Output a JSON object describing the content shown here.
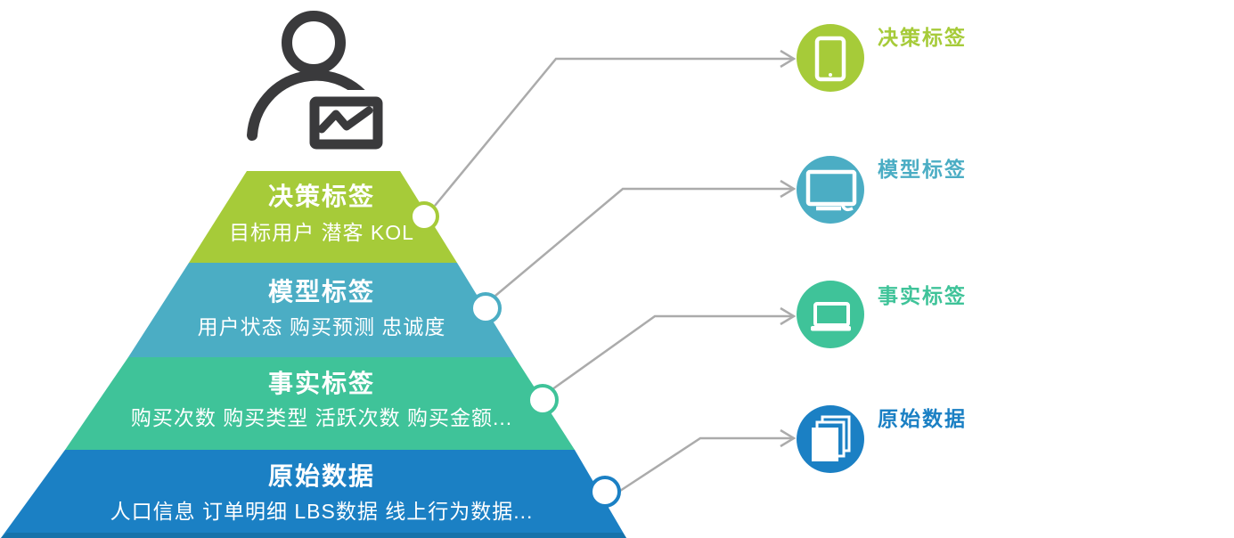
{
  "pyramid": {
    "layers": [
      {
        "title": "决策标签",
        "subtitle": "目标用户 潜客 KOL",
        "color": "#a6cb39"
      },
      {
        "title": "模型标签",
        "subtitle": "用户状态 购买预测 忠诚度",
        "color": "#4badc4"
      },
      {
        "title": "事实标签",
        "subtitle": "购买次数 购买类型 活跃次数 购买金额...",
        "color": "#3fc399"
      },
      {
        "title": "原始数据",
        "subtitle": "人口信息 订单明细 LBS数据 线上行为数据...",
        "color": "#1b80c4"
      }
    ],
    "base_shadow_color": "#1672aa"
  },
  "legend": {
    "items": [
      {
        "label": "决策标签",
        "color": "#a6cb39",
        "icon": "tablet-icon"
      },
      {
        "label": "模型标签",
        "color": "#4badc4",
        "icon": "monitor-icon"
      },
      {
        "label": "事实标签",
        "color": "#3fc399",
        "icon": "laptop-icon"
      },
      {
        "label": "原始数据",
        "color": "#1b80c4",
        "icon": "documents-icon"
      }
    ]
  },
  "decorations": {
    "person_icon": "user-with-chart-icon",
    "person_icon_color": "#3a3a3c",
    "connector_color": "#ababab",
    "node_fill": "#ffffff",
    "background": "#ffffff"
  }
}
